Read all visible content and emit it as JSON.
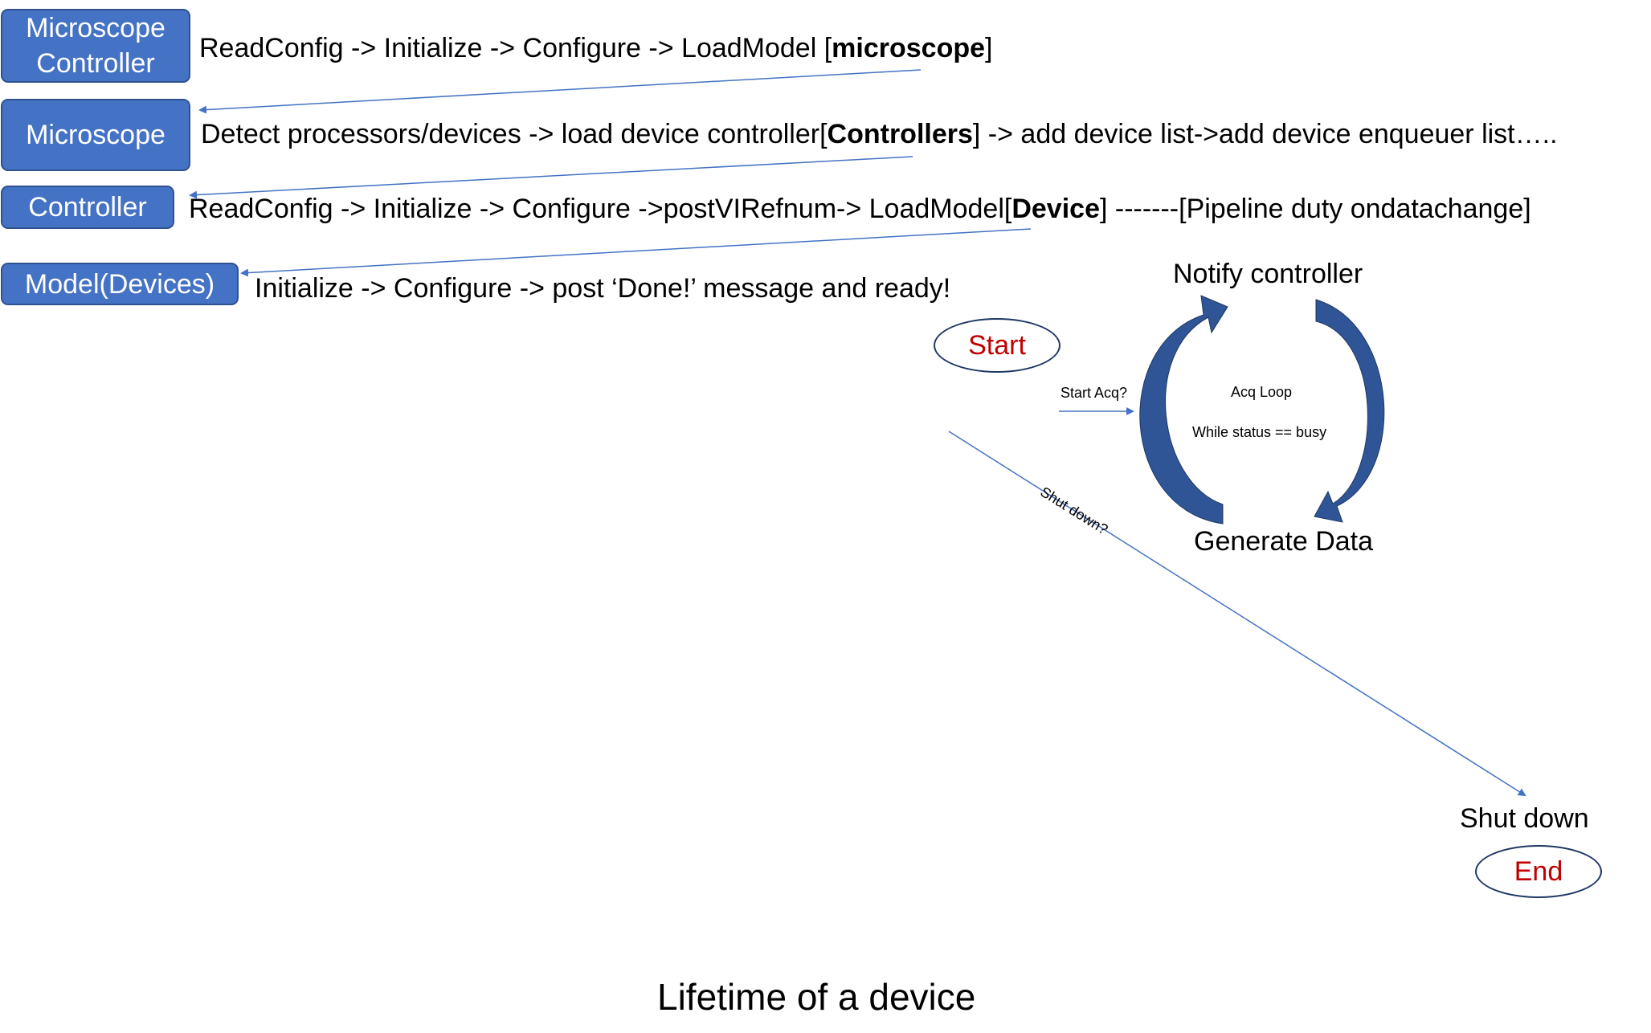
{
  "boxes": {
    "microscope_controller": "Microscope\nController",
    "microscope": "Microscope",
    "controller": "Controller",
    "model_devices": "Model(Devices)"
  },
  "rows": {
    "row1_pre": "ReadConfig  -> Initialize  -> Configure  -> LoadModel  [",
    "row1_bold": "microscope",
    "row1_post": "]",
    "row2_pre": "Detect processors/devices -> load device controller[",
    "row2_bold": "Controllers",
    "row2_post": "] -> add device list->add device enqueuer list…..",
    "row3_pre": "ReadConfig  -> Initialize  -> Configure  ->postVIRefnum-> LoadModel[",
    "row3_bold": "Device",
    "row3_post": "]     -------[Pipeline duty ondatachange]",
    "row4": "Initialize  -> Configure  -> post ‘Done!’ message and ready!"
  },
  "loop": {
    "notify": "Notify controller",
    "generate": "Generate Data",
    "acq_loop": "Acq Loop",
    "while_status": "While status == busy",
    "start_acq": "Start Acq?",
    "shut_down_q": "Shut down?"
  },
  "states": {
    "start": "Start",
    "end": "End",
    "shut_down": "Shut down"
  },
  "caption": "Lifetime of a device",
  "colors": {
    "box_fill": "#4472c4",
    "box_border": "#2f528f",
    "oval_text": "#c00000",
    "arrow": "#4472c4",
    "loop_arrow": "#2f5597"
  }
}
